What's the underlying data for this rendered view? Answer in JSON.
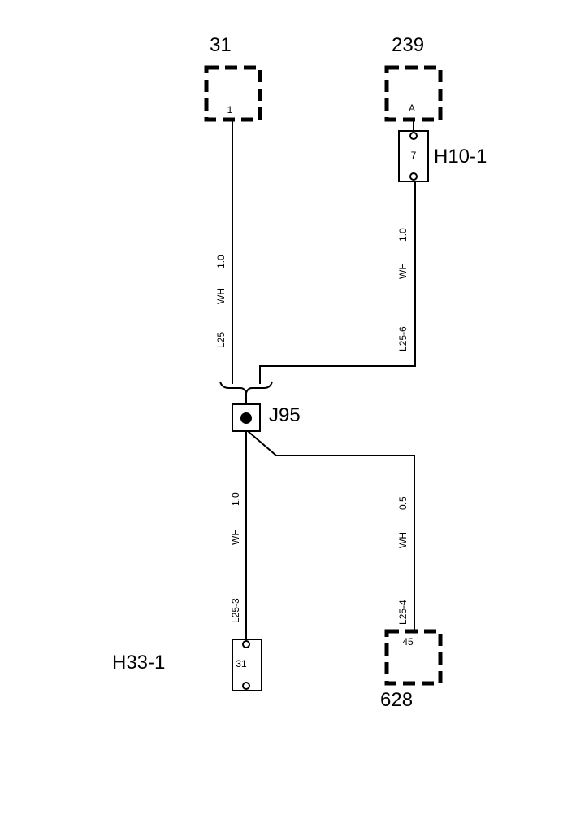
{
  "connectors": {
    "c31": {
      "label": "31",
      "pin": "1"
    },
    "c239": {
      "label": "239",
      "pin": "A"
    },
    "c628": {
      "label": "628",
      "pin": "45"
    }
  },
  "inline": {
    "h10": {
      "label": "H10-1",
      "pin": "7"
    },
    "h33": {
      "label": "H33-1",
      "pin": "31"
    }
  },
  "splice": {
    "label": "J95"
  },
  "wires": {
    "w1": {
      "id": "L25",
      "color": "WH",
      "size": "1.0"
    },
    "w2": {
      "id": "L25-6",
      "color": "WH",
      "size": "1.0"
    },
    "w3": {
      "id": "L25-3",
      "color": "WH",
      "size": "1.0"
    },
    "w4": {
      "id": "L25-4",
      "color": "WH",
      "size": "0.5"
    }
  }
}
